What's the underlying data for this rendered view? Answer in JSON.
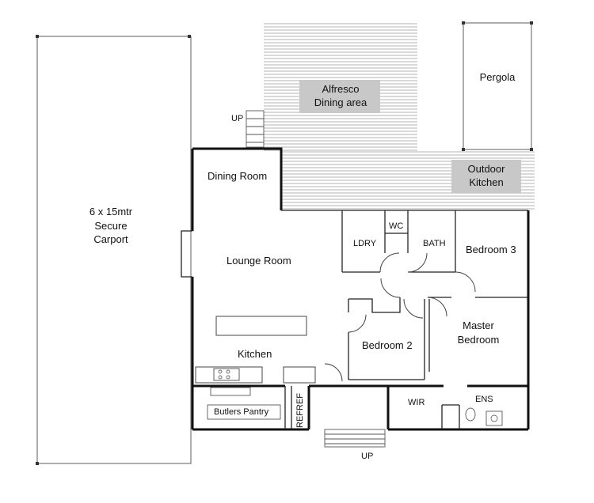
{
  "plan": {
    "labels": {
      "carport": [
        "6 x 15mtr",
        "Secure",
        "Carport"
      ],
      "alfresco": [
        "Alfresco",
        "Dining area"
      ],
      "pergola": "Pergola",
      "outdoor_kitchen": [
        "Outdoor",
        "Kitchen"
      ],
      "dining_room": "Dining Room",
      "lounge_room": "Lounge Room",
      "laundry": "LDRY",
      "wc": "WC",
      "bath": "BATH",
      "bedroom3": "Bedroom 3",
      "master_bedroom": [
        "Master",
        "Bedroom"
      ],
      "bedroom2": "Bedroom 2",
      "kitchen": "Kitchen",
      "butlers_pantry": "Butlers Pantry",
      "refrigerator": "REFREF",
      "wir": "WIR",
      "ensuite": "ENS",
      "up_top": "UP",
      "up_bottom": "UP"
    },
    "colors": {
      "wall": "#111111",
      "label_box": "#c8c8c8",
      "deck_line": "#9a9a9a",
      "background": "#ffffff"
    }
  }
}
